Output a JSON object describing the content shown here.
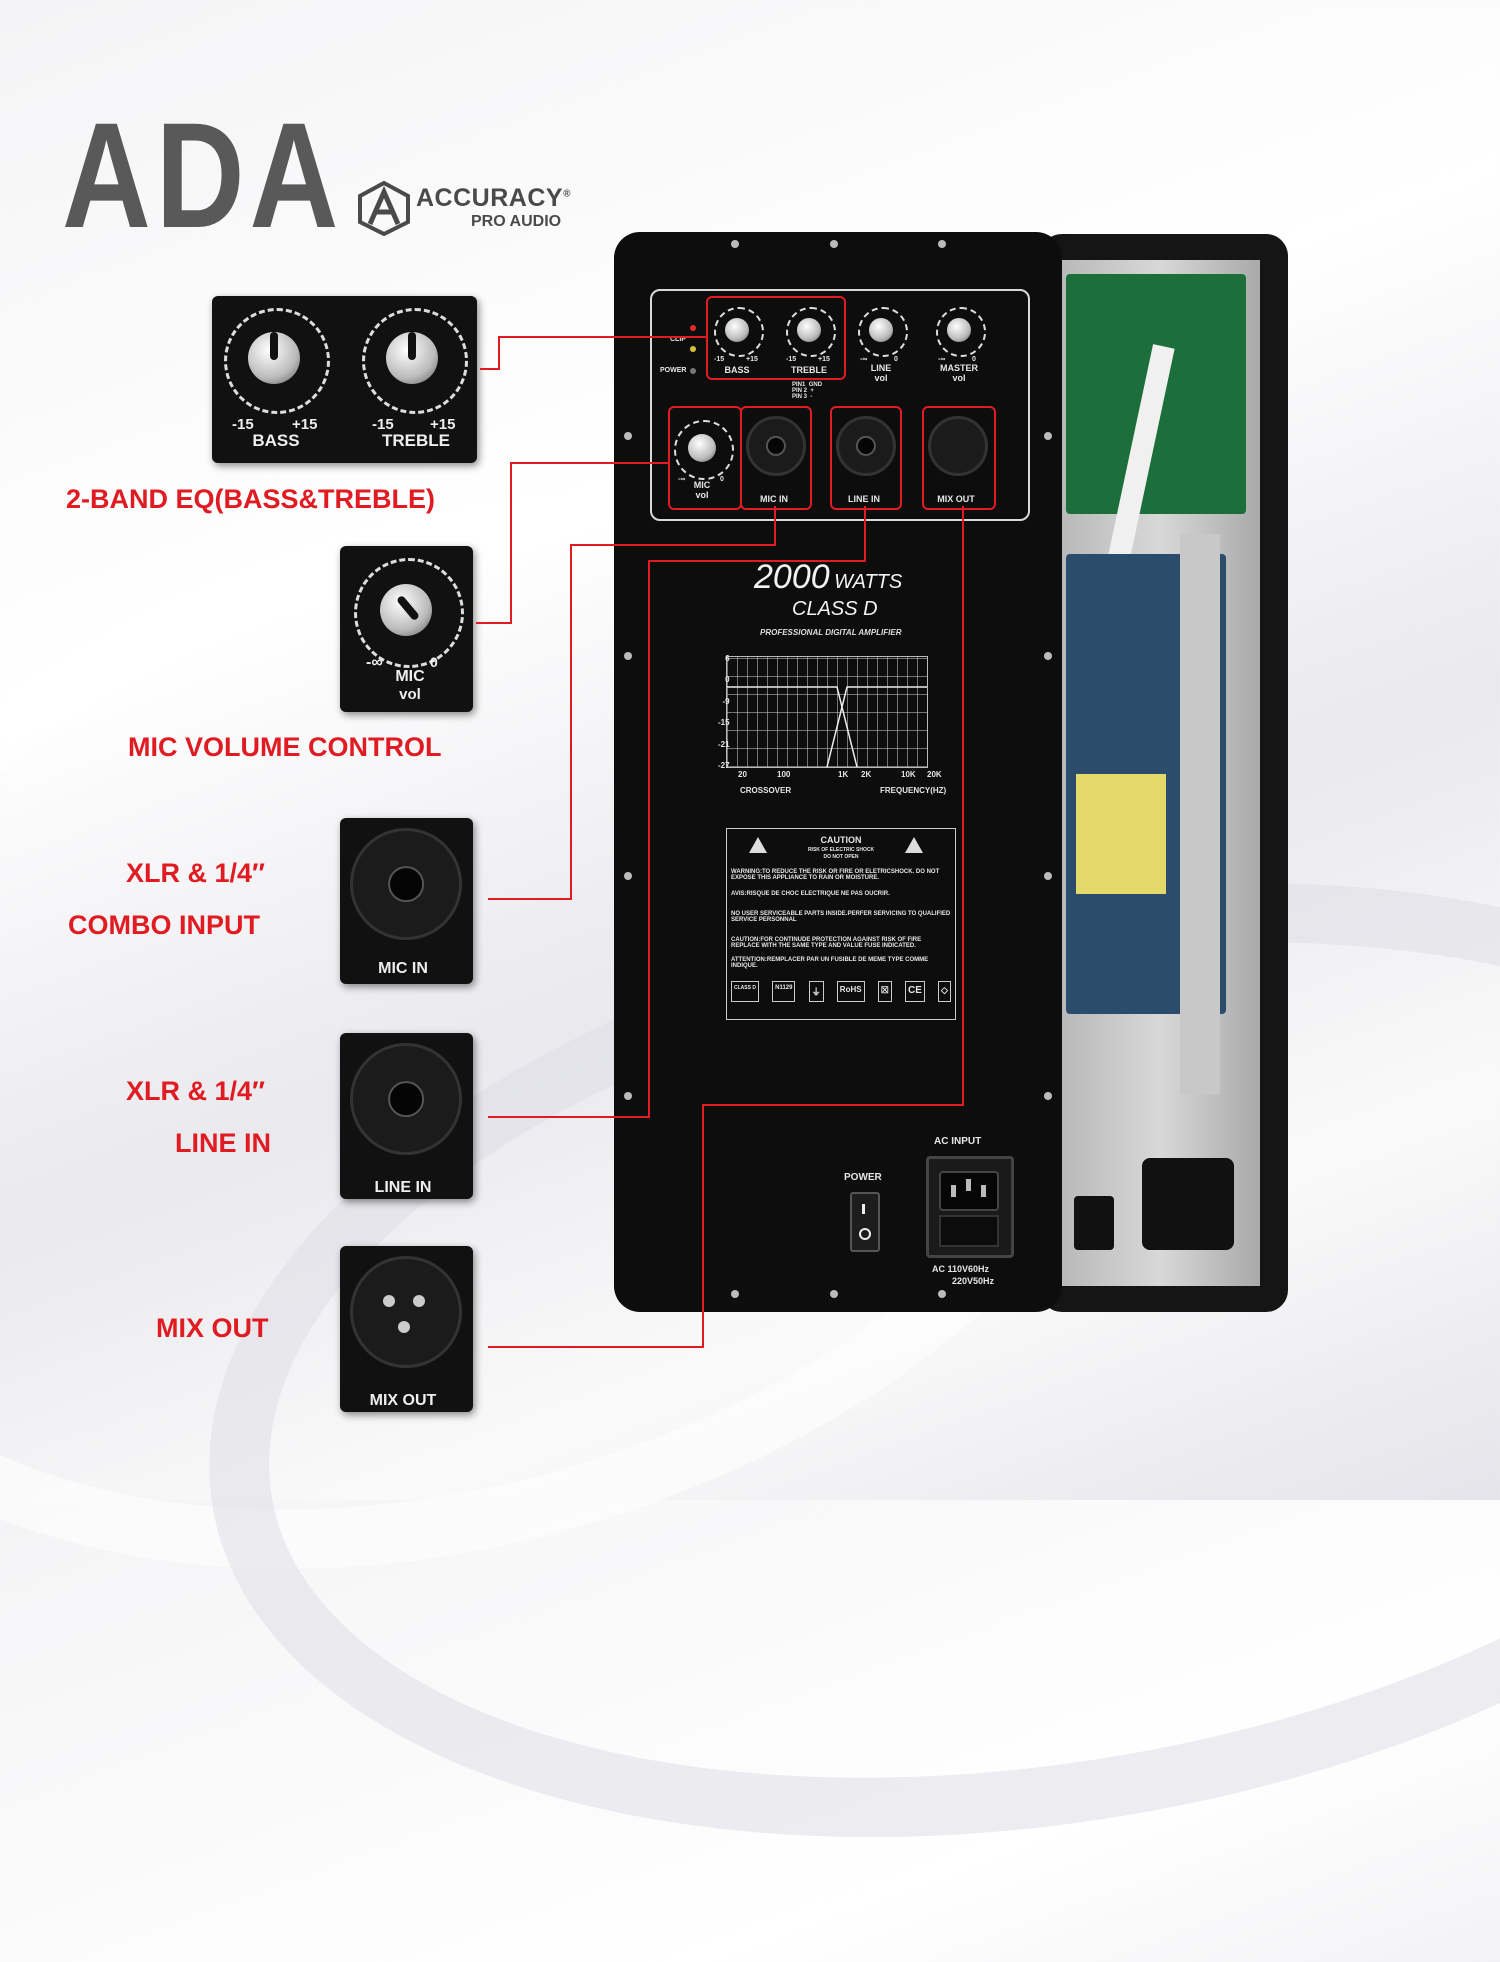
{
  "brand": {
    "title": "ADA",
    "logo_name": "ACCURACY",
    "logo_reg": "®",
    "logo_sub": "PRO AUDIO"
  },
  "features": [
    {
      "label": "2-BAND EQ(BASS&TREBLE)"
    },
    {
      "label": "MIC VOLUME CONTROL"
    },
    {
      "label_line1": "XLR & 1/4″",
      "label_line2": "COMBO INPUT"
    },
    {
      "label_line1": "XLR & 1/4″",
      "label_line2": "LINE IN"
    },
    {
      "label": "MIX OUT"
    }
  ],
  "thumbs": {
    "eq": {
      "bass_min": "-15",
      "bass_max": "+15",
      "bass_name": "BASS",
      "treble_min": "-15",
      "treble_max": "+15",
      "treble_name": "TREBLE"
    },
    "mic": {
      "min": "-∞",
      "max": "0",
      "name1": "MIC",
      "name2": "vol"
    },
    "mic_in": "MIC IN",
    "line_in": "LINE IN",
    "mix_out": "MIX OUT"
  },
  "panel": {
    "indicators": {
      "clip": "CLIP",
      "power": "POWER"
    },
    "knobs": [
      {
        "min": "-15",
        "max": "+15",
        "name": "BASS",
        "sub": ""
      },
      {
        "min": "-15",
        "max": "+15",
        "name": "TREBLE",
        "sub": ""
      },
      {
        "min": "-∞",
        "max": "0",
        "name": "LINE",
        "sub": "vol"
      },
      {
        "min": "-∞",
        "max": "0",
        "name": "MASTER",
        "sub": "vol"
      }
    ],
    "pins": {
      "pin1": "PIN1",
      "pin2": "PIN 2",
      "pin3": "PIN 3",
      "gnd": "GND",
      "plus": "+",
      "minus": "-"
    },
    "mic_knob": {
      "min": "-∞",
      "max": "0",
      "name": "MIC",
      "sub": "vol"
    },
    "jacks": {
      "mic_in": "MIC IN",
      "line_in": "LINE IN",
      "mix_out": "MIX OUT"
    },
    "power_rating": {
      "watts": "2000",
      "watts_unit": "WATTS",
      "class": "CLASS D",
      "desc": "PROFESSIONAL DIGITAL AMPLIFIER"
    },
    "crossover_graph": {
      "y_ticks": [
        "6",
        "0",
        "-9",
        "-15",
        "-21",
        "-27"
      ],
      "x_ticks": [
        "20",
        "100",
        "1K",
        "2K",
        "10K",
        "20K"
      ],
      "x_label_left": "CROSSOVER",
      "x_label_right": "FREQUENCY(HZ)"
    },
    "caution": {
      "title": "CAUTION",
      "sub1": "RISK OF ELECTRIC SHOCK",
      "sub2": "DO NOT OPEN",
      "warning": "WARNING:TO REDUCE THE RISK OR FIRE OR ELETRICSHOCK. DO NOT EXPOSE THIS APPLIANCE TO RAIN OR MOISTURE.",
      "avis": "AVIS:RISQUE DE CHOC ELECTRIQUE NE PAS OUCRIR.",
      "service": "NO USER SERVICEABLE PARTS INSIDE.PERFER SERVICING TO QUALIFIED SERVICE PERSONNAL",
      "caution2": "CAUTION:FOR CONTINUDE PROTECTION AGAINST RISK OF FIRE REPLACE WITH THE SAME TYPE AND VALUE FUSE INDICATED.",
      "attention": "ATTENTION:REMPLACER PAR UN FUSIBLE DE MEME TYPE COMME INDIQUE.",
      "certs": [
        "CLASS D",
        "N1129",
        "⏚",
        "RoHS",
        "☒",
        "CE",
        "◇"
      ]
    },
    "power_label": "POWER",
    "ac_input": "AC INPUT",
    "ac_rating1": "AC 110V60Hz",
    "ac_rating2": "220V50Hz"
  },
  "colors": {
    "accent_red": "#e11b22",
    "panel_black": "#0d0d0d",
    "title_gray": "#595959"
  }
}
